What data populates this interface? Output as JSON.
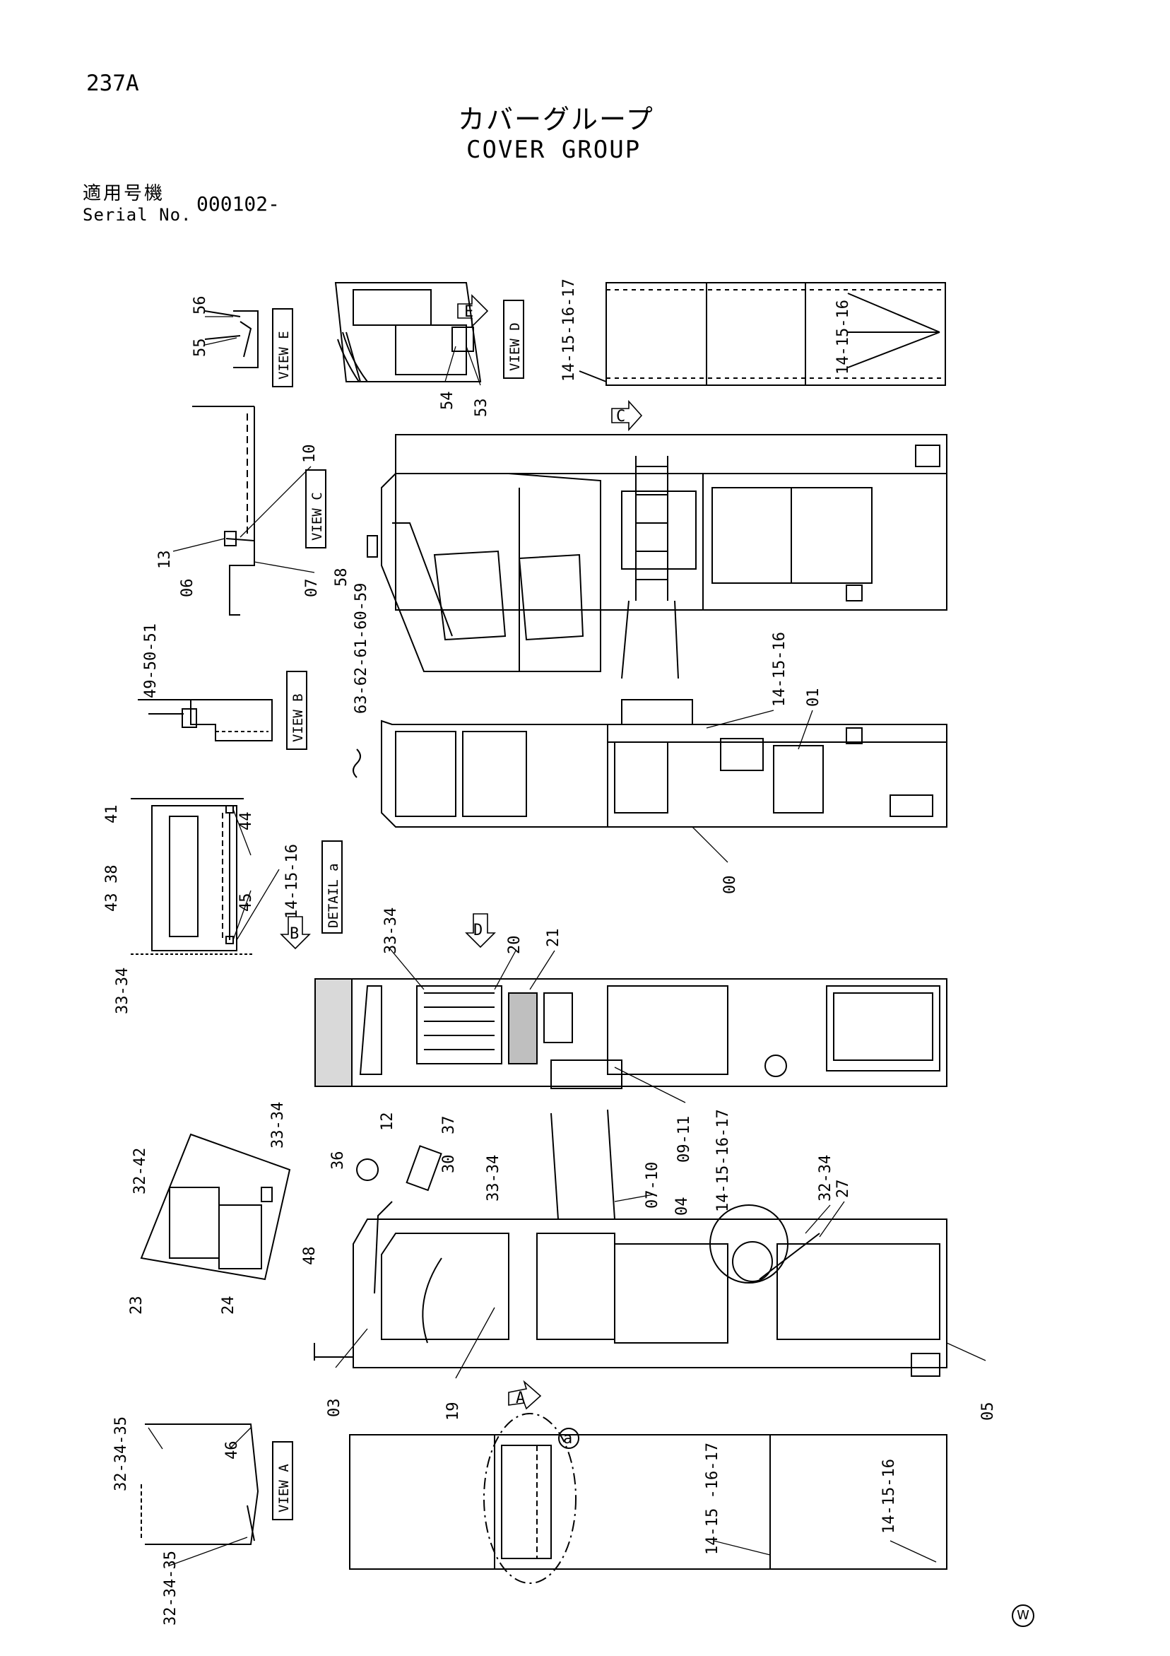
{
  "header": {
    "page_id": "237A",
    "title_jp": "カバーグループ",
    "title_en": "COVER GROUP",
    "serial_label_jp": "適用号機",
    "serial_label_en": "Serial No.",
    "serial_value": "000102-"
  },
  "views": {
    "e": "VIEW E",
    "d": "VIEW D",
    "c": "VIEW C",
    "b": "VIEW B",
    "a": "VIEW A",
    "detail_a": "DETAIL a"
  },
  "arrows": {
    "e": "E",
    "c": "C",
    "b": "B",
    "d": "D",
    "a": "A",
    "circle_a": "a"
  },
  "callouts": {
    "c56": "56",
    "c55": "55",
    "c54": "54",
    "c53": "53",
    "c14_15_16_17_top": "14-15-16-17",
    "c14_15_16_top": "14-15-16",
    "c10": "10",
    "c13": "13",
    "c06": "06",
    "c07": "07",
    "c58": "58",
    "c63_62": "63-62-61-60-59",
    "c49_50_51": "49-50-51",
    "c14_15_16_mid": "14-15-16",
    "c01": "01",
    "c00": "00",
    "c41": "41",
    "c38": "38",
    "c43": "43",
    "c33_34_left": "33-34",
    "c44": "44",
    "c45": "45",
    "c14_15_16_det": "14-15-16",
    "c33_34_mid": "33-34",
    "c20": "20",
    "c21": "21",
    "c09_11": "09-11",
    "c32_42": "32-42",
    "c33_34_panel": "33-34",
    "c23": "23",
    "c24": "24",
    "c48": "48",
    "c36": "36",
    "c12": "12",
    "c37": "37",
    "c30": "30",
    "c33_34_low": "33-34",
    "c07_10": "07-10",
    "c04": "04",
    "c14_15_16_17_low": "14-15-16-17",
    "c32_34": "32-34",
    "c27": "27",
    "c05": "05",
    "c03": "03",
    "c19": "19",
    "c46": "46",
    "c32_34_35_a": "32-34-35",
    "c32_34_35_b": "32-34-35",
    "c14_15_16_17_bot": "14-15\n-16-17",
    "c14_15_16_bot": "14-15-16"
  },
  "watermark": "W"
}
